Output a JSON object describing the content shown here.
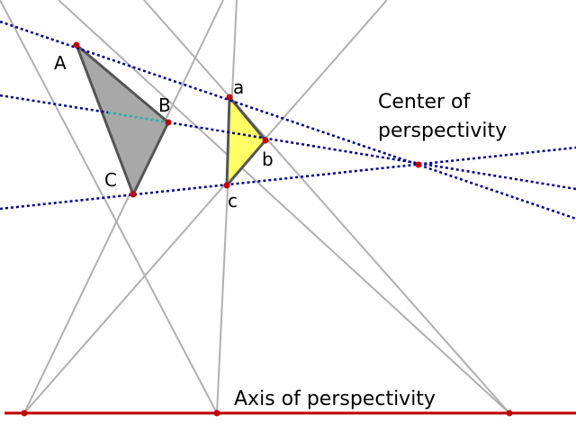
{
  "labels": {
    "A": "A",
    "B": "B",
    "C": "C",
    "a": "a",
    "b": "b",
    "c": "c",
    "center_line1": "Center of",
    "center_line2": "perspectivity",
    "axis": "Axis of perspectivity"
  },
  "colors": {
    "construction_line": "#b0b0b0",
    "perspective_ray": "#00008b",
    "hidden_ray": "#20b2aa",
    "axis": "#c00000",
    "triangle_ABC_fill": "#a8a8a8",
    "triangle_abc_fill": "#ffff66",
    "triangle_edge": "#555555",
    "point": "#c00000"
  }
}
